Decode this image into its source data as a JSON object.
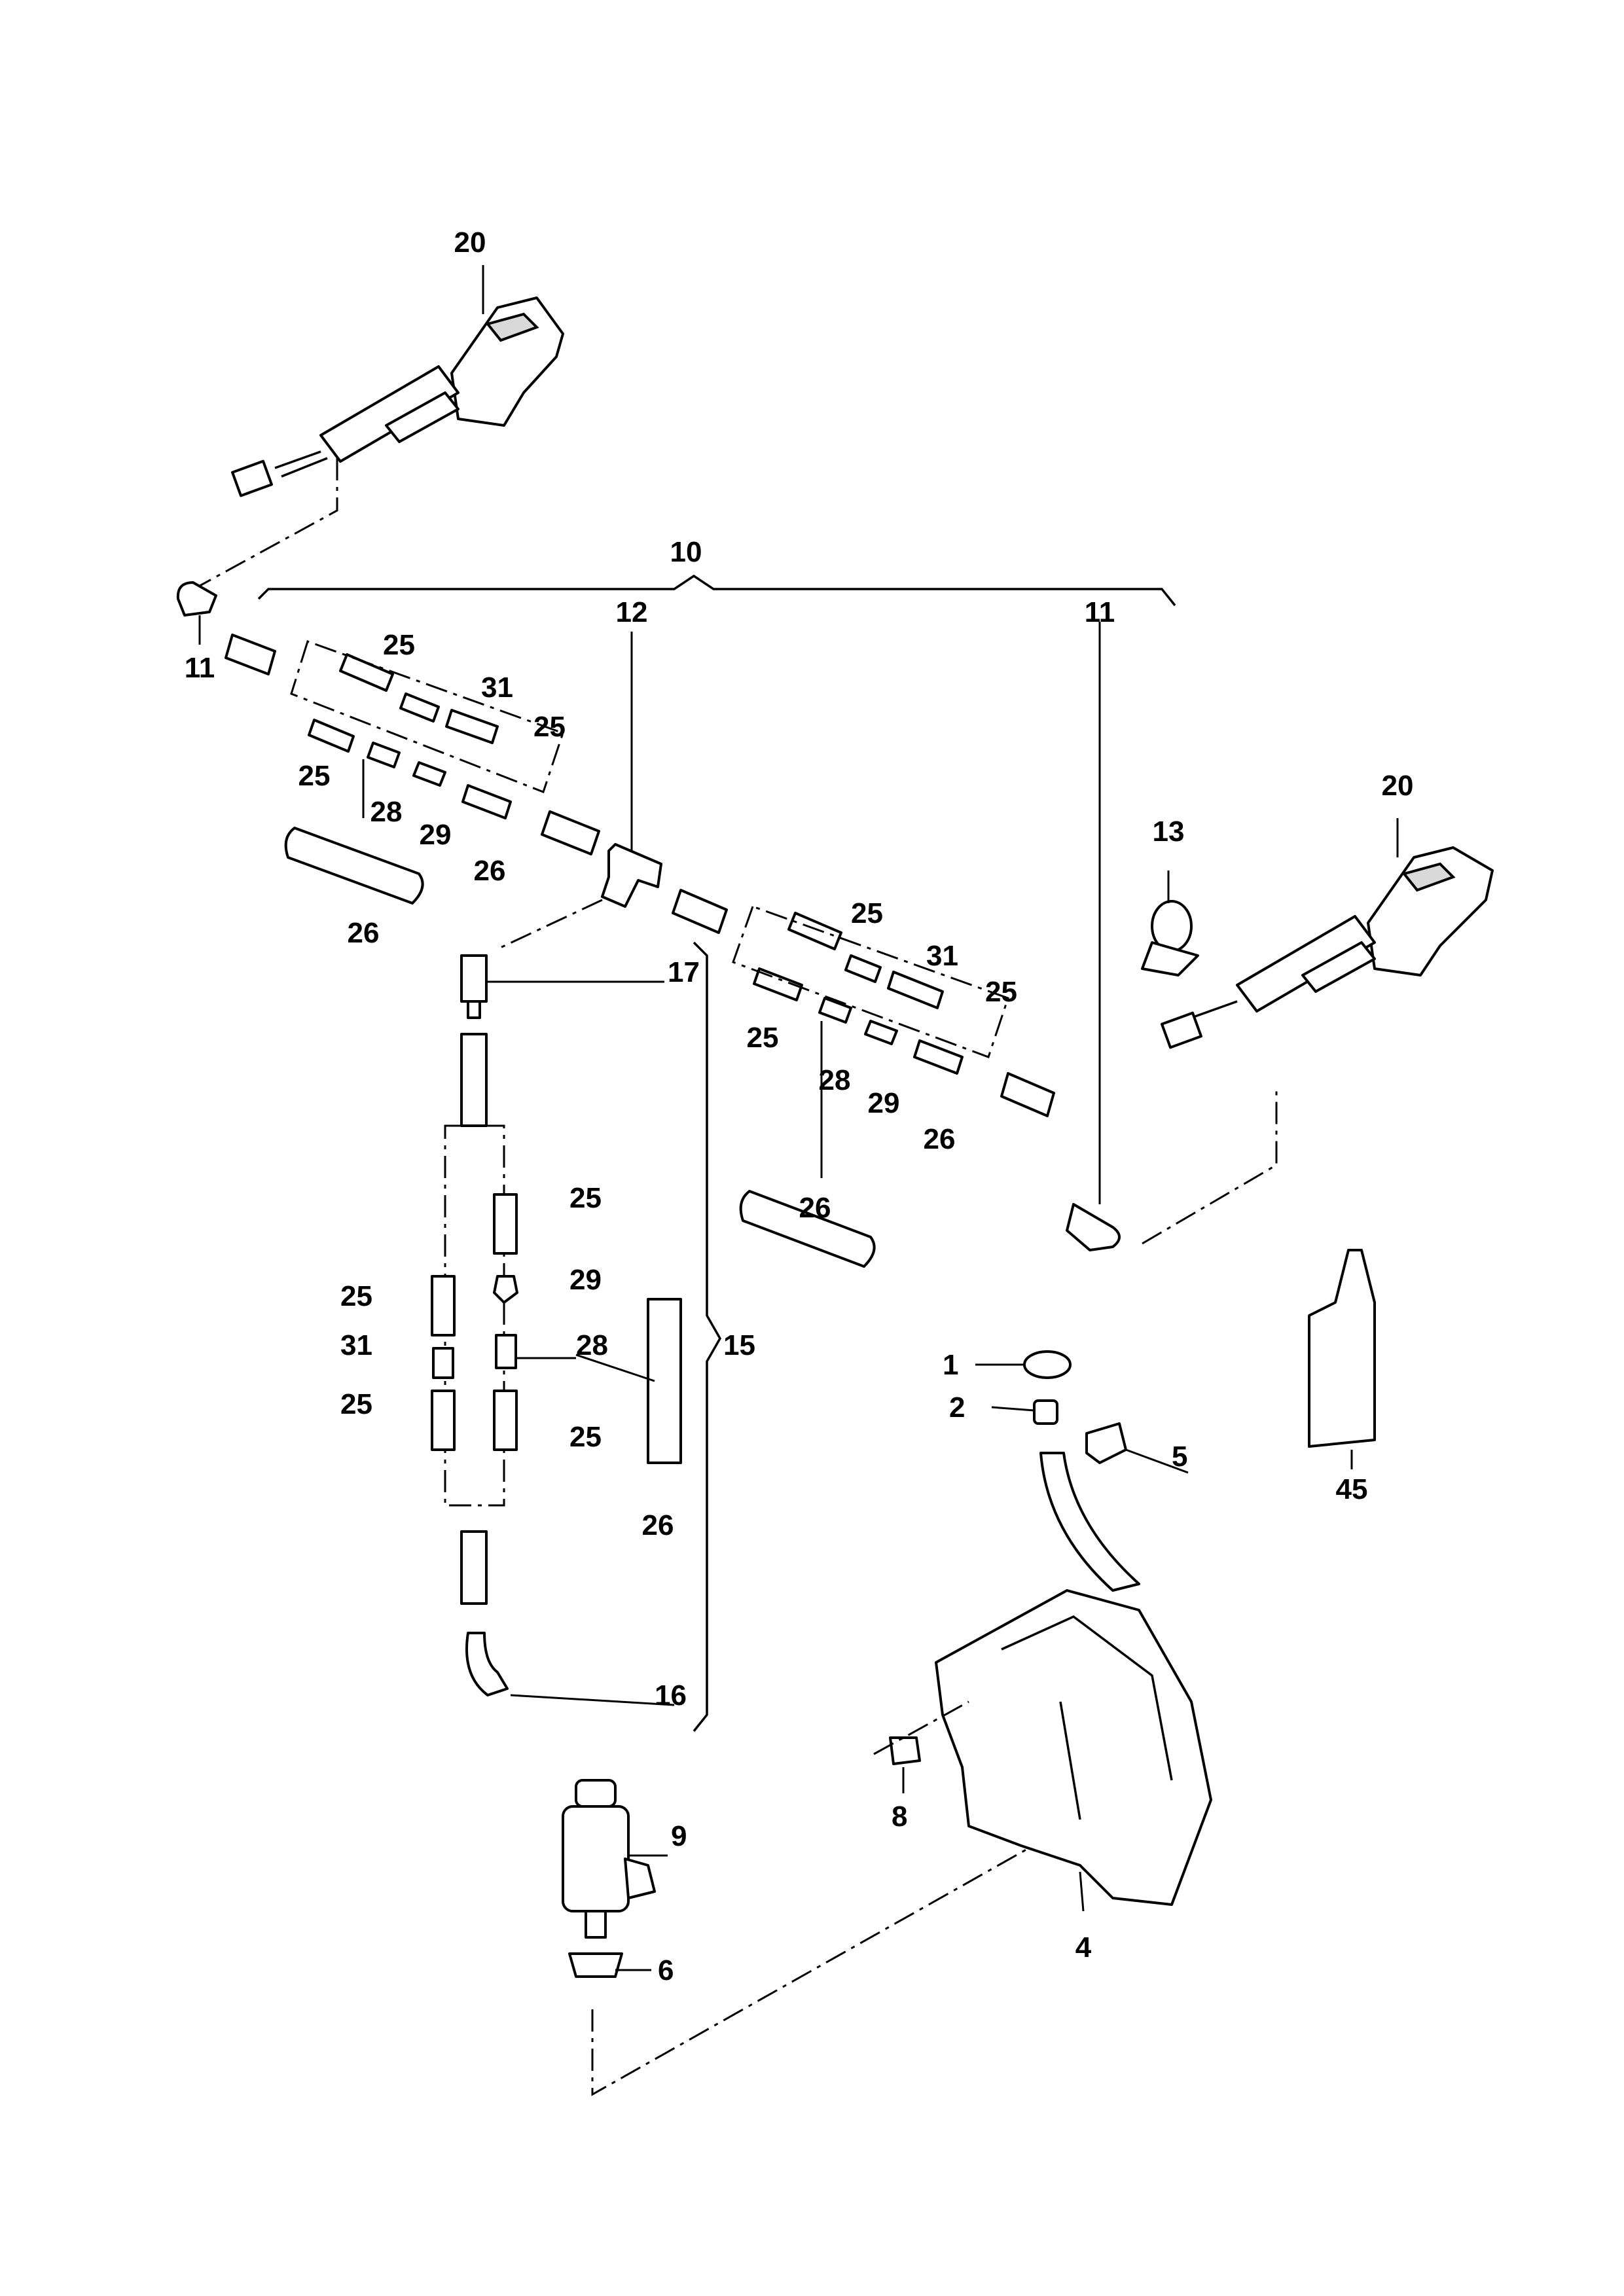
{
  "diagram": {
    "type": "exploded-parts-diagram",
    "callouts": {
      "c1": "1",
      "c2": "2",
      "c4": "4",
      "c5": "5",
      "c6": "6",
      "c8": "8",
      "c9": "9",
      "c10": "10",
      "c11a": "11",
      "c11b": "11",
      "c12": "12",
      "c13": "13",
      "c15": "15",
      "c16": "16",
      "c17": "17",
      "c20a": "20",
      "c20b": "20",
      "c25a": "25",
      "c25b": "25",
      "c25c": "25",
      "c25d": "25",
      "c25e": "25",
      "c25f": "25",
      "c25g": "25",
      "c25h": "25",
      "c25i": "25",
      "c25j": "25",
      "c26a": "26",
      "c26b": "26",
      "c26c": "26",
      "c26d": "26",
      "c26e": "26",
      "c28a": "28",
      "c28b": "28",
      "c28c": "28",
      "c29a": "29",
      "c29b": "29",
      "c29c": "29",
      "c31a": "31",
      "c31b": "31",
      "c31c": "31",
      "c45": "45"
    }
  }
}
